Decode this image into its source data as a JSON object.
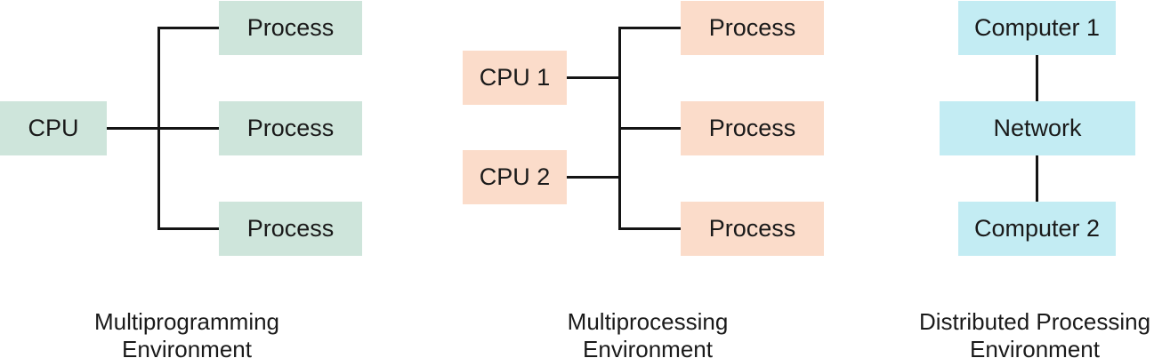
{
  "palette": {
    "mint": "#cee5db",
    "peach": "#fbdcca",
    "cyan": "#c3ecf3",
    "line": "#141414",
    "text": "#1a1a1a"
  },
  "diagrams": [
    {
      "id": "multiprogramming",
      "caption": {
        "line1": "Multiprogramming",
        "line2": "Environment"
      },
      "cpu": {
        "label": "CPU"
      },
      "processes": [
        {
          "label": "Process"
        },
        {
          "label": "Process"
        },
        {
          "label": "Process"
        }
      ]
    },
    {
      "id": "multiprocessing",
      "caption": {
        "line1": "Multiprocessing",
        "line2": "Environment"
      },
      "cpus": [
        {
          "label": "CPU 1"
        },
        {
          "label": "CPU 2"
        }
      ],
      "processes": [
        {
          "label": "Process"
        },
        {
          "label": "Process"
        },
        {
          "label": "Process"
        }
      ]
    },
    {
      "id": "distributed-processing",
      "caption": {
        "line1": "Distributed Processing",
        "line2": "Environment"
      },
      "nodes": [
        {
          "label": "Computer 1"
        },
        {
          "label": "Network"
        },
        {
          "label": "Computer 2"
        }
      ]
    }
  ]
}
